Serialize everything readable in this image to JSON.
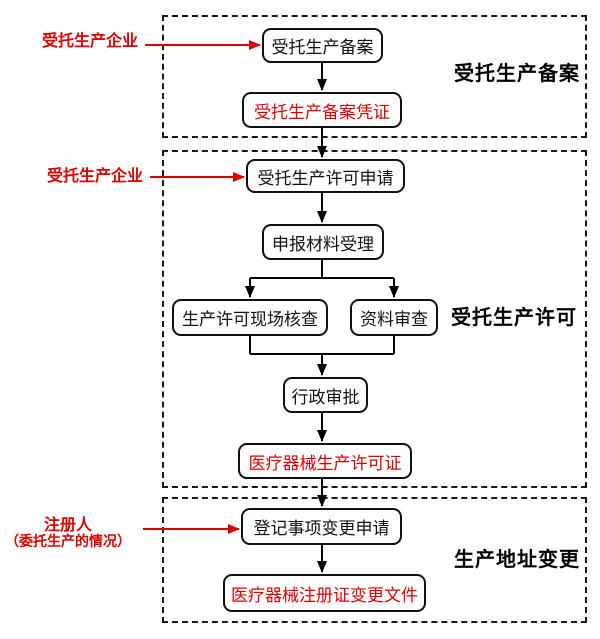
{
  "diagram": {
    "accent_color": "#dd0000",
    "line_color": "#000000",
    "background_color": "#ffffff",
    "sections": [
      {
        "label": "受托生产备案"
      },
      {
        "label": "受托生产许可"
      },
      {
        "label": "生产地址变更"
      }
    ],
    "actor_labels": [
      {
        "text": "受托生产企业"
      },
      {
        "text": "受托生产企业"
      },
      {
        "text": "注册人",
        "note": "（委托生产的情况）"
      }
    ],
    "nodes": [
      {
        "label": "受托生产备案",
        "style": "normal"
      },
      {
        "label": "受托生产备案凭证",
        "style": "result"
      },
      {
        "label": "受托生产许可申请",
        "style": "normal"
      },
      {
        "label": "申报材料受理",
        "style": "normal"
      },
      {
        "label": "生产许可现场核查",
        "style": "normal"
      },
      {
        "label": "资料审查",
        "style": "normal"
      },
      {
        "label": "行政审批",
        "style": "normal"
      },
      {
        "label": "医疗器械生产许可证",
        "style": "result"
      },
      {
        "label": "登记事项变更申请",
        "style": "normal"
      },
      {
        "label": "医疗器械注册证变更文件",
        "style": "result"
      }
    ]
  }
}
